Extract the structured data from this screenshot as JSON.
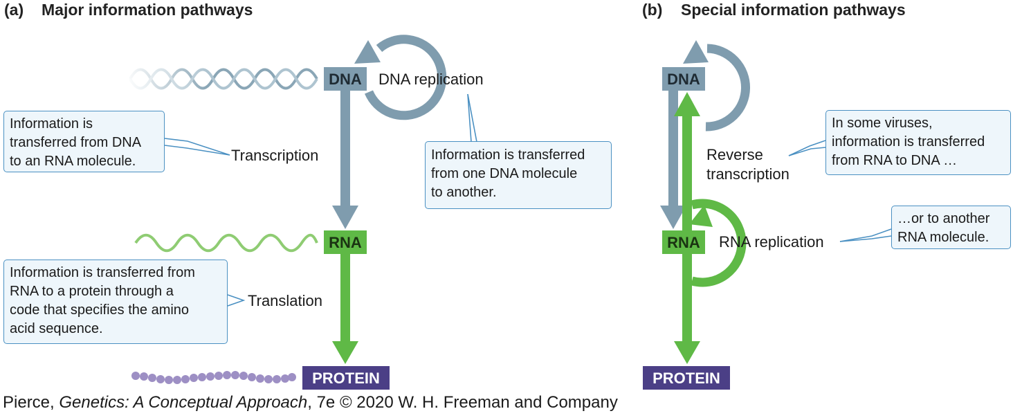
{
  "panel_a": {
    "letter": "(a)",
    "title": "Major information pathways",
    "dna": "DNA",
    "rna": "RNA",
    "protein": "PROTEIN",
    "dna_replication": "DNA replication",
    "transcription": "Transcription",
    "translation": "Translation",
    "callout_transcription": "Information is\ntransferred from DNA\nto an RNA molecule.",
    "callout_replication": "Information is transferred\nfrom one DNA molecule\nto another.",
    "callout_translation": "Information is transferred from\nRNA to a protein through a\ncode that specifies the amino\nacid sequence."
  },
  "panel_b": {
    "letter": "(b)",
    "title": "Special information pathways",
    "dna": "DNA",
    "rna": "RNA",
    "protein": "PROTEIN",
    "reverse_line1": "Reverse",
    "reverse_line2": "transcription",
    "rna_replication": "RNA replication",
    "callout_viruses": "In some viruses,\ninformation is transferred\nfrom RNA to DNA …",
    "callout_rna": "…or to another\nRNA molecule."
  },
  "credit": {
    "author": "Pierce, ",
    "book": "Genetics: A Conceptual Approach",
    "rest": ", 7e © 2020 W. H. Freeman and Company"
  },
  "colors": {
    "dna": "#7f9cae",
    "rna": "#5fb946",
    "protein": "#4b3f86",
    "protein_beads": "#9d8fc4",
    "callout_border": "#4a90c2",
    "callout_fill": "#eef6fb"
  }
}
